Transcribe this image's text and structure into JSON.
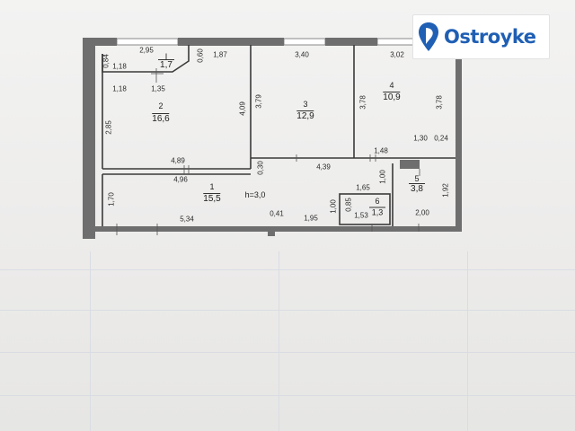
{
  "logo": {
    "brand": "Ostroyke",
    "color": "#1f5fb4",
    "icon": "map-pin-icon"
  },
  "rooms": [
    {
      "number": "1",
      "area": "15,5",
      "extra": "h=3,0"
    },
    {
      "number": "2",
      "area": "16,6"
    },
    {
      "number": "3",
      "area": "12,9"
    },
    {
      "number": "4",
      "area": "10,9"
    },
    {
      "number": "5",
      "area": "3,8"
    },
    {
      "number": "6",
      "area": "1,3"
    },
    {
      "number": "I",
      "area": "1,7"
    }
  ],
  "dimensions": [
    "0,84",
    "1,18",
    "2,95",
    "0,60",
    "1,87",
    "3,40",
    "3,02",
    "1,18",
    "1,35",
    "2,85",
    "4,09",
    "3,79",
    "3,78",
    "3,78",
    "1,30",
    "0,24",
    "1,48",
    "4,89",
    "0,30",
    "4,39",
    "1,00",
    "4,96",
    "1,65",
    "1,92",
    "1,70",
    "1,00",
    "0,85",
    "5,34",
    "0,41",
    "1,95",
    "1,53",
    "2,00"
  ]
}
